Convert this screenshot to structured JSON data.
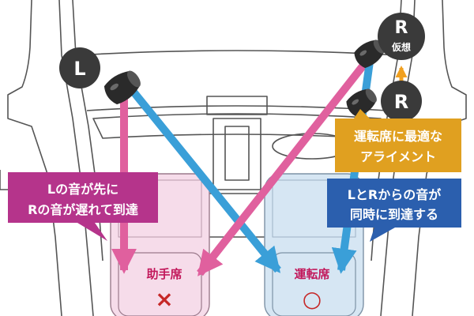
{
  "badges": {
    "left": "L",
    "right": "R",
    "right_virtual_letter": "R",
    "right_virtual_sub": "仮想"
  },
  "callouts": {
    "passenger_note_line1": "Lの音が先に",
    "passenger_note_line2": "Rの音が遅れて到達",
    "alignment_line1": "運転席に最適な",
    "alignment_line2": "アライメント",
    "driver_note_line1": "LとRからの音が",
    "driver_note_line2": "同時に到達する"
  },
  "seats": {
    "passenger_label": "助手席",
    "passenger_mark": "×",
    "driver_label": "運転席",
    "driver_mark": "○"
  },
  "colors": {
    "pink_arrow": "#e0609e",
    "blue_arrow": "#3a9fd8",
    "orange_arrow": "#f0a020",
    "passenger_box": "#b5348b",
    "alignment_box": "#e0a020",
    "driver_box": "#2b5fae",
    "passenger_seat": "#f6dcea",
    "driver_seat": "#d6e6f3",
    "badge": "#3a3a3a"
  }
}
